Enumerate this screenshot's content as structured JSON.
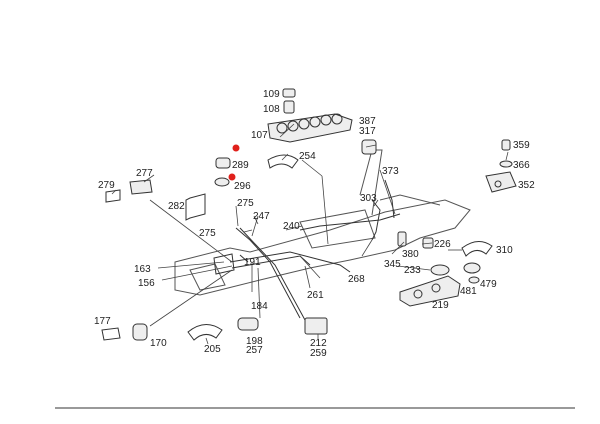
{
  "diagram": {
    "callouts": [
      {
        "id": "109",
        "text": "109"
      },
      {
        "id": "108",
        "text": "108"
      },
      {
        "id": "107",
        "text": "107"
      },
      {
        "id": "387",
        "text": "387"
      },
      {
        "id": "317",
        "text": "317"
      },
      {
        "id": "289",
        "text": "289"
      },
      {
        "id": "296",
        "text": "296"
      },
      {
        "id": "254",
        "text": "254"
      },
      {
        "id": "359",
        "text": "359"
      },
      {
        "id": "366",
        "text": "366"
      },
      {
        "id": "352",
        "text": "352"
      },
      {
        "id": "277",
        "text": "277"
      },
      {
        "id": "279",
        "text": "279"
      },
      {
        "id": "282",
        "text": "282"
      },
      {
        "id": "275a",
        "text": "275"
      },
      {
        "id": "247",
        "text": "247"
      },
      {
        "id": "373",
        "text": "373"
      },
      {
        "id": "303",
        "text": "303"
      },
      {
        "id": "275b",
        "text": "275"
      },
      {
        "id": "240",
        "text": "240"
      },
      {
        "id": "226",
        "text": "226"
      },
      {
        "id": "310",
        "text": "310"
      },
      {
        "id": "380",
        "text": "380"
      },
      {
        "id": "345",
        "text": "345"
      },
      {
        "id": "233",
        "text": "233"
      },
      {
        "id": "191",
        "text": "191"
      },
      {
        "id": "163",
        "text": "163"
      },
      {
        "id": "156",
        "text": "156"
      },
      {
        "id": "268",
        "text": "268"
      },
      {
        "id": "481",
        "text": "481"
      },
      {
        "id": "479",
        "text": "479"
      },
      {
        "id": "261",
        "text": "261"
      },
      {
        "id": "219",
        "text": "219"
      },
      {
        "id": "184",
        "text": "184"
      },
      {
        "id": "177",
        "text": "177"
      },
      {
        "id": "170",
        "text": "170"
      },
      {
        "id": "205",
        "text": "205"
      },
      {
        "id": "198",
        "text": "198"
      },
      {
        "id": "257",
        "text": "257"
      },
      {
        "id": "212",
        "text": "212"
      },
      {
        "id": "259",
        "text": "259"
      }
    ],
    "markers": [
      {
        "id": "marker-289",
        "color": "#e0201b"
      },
      {
        "id": "marker-296",
        "color": "#e0201b"
      }
    ]
  }
}
